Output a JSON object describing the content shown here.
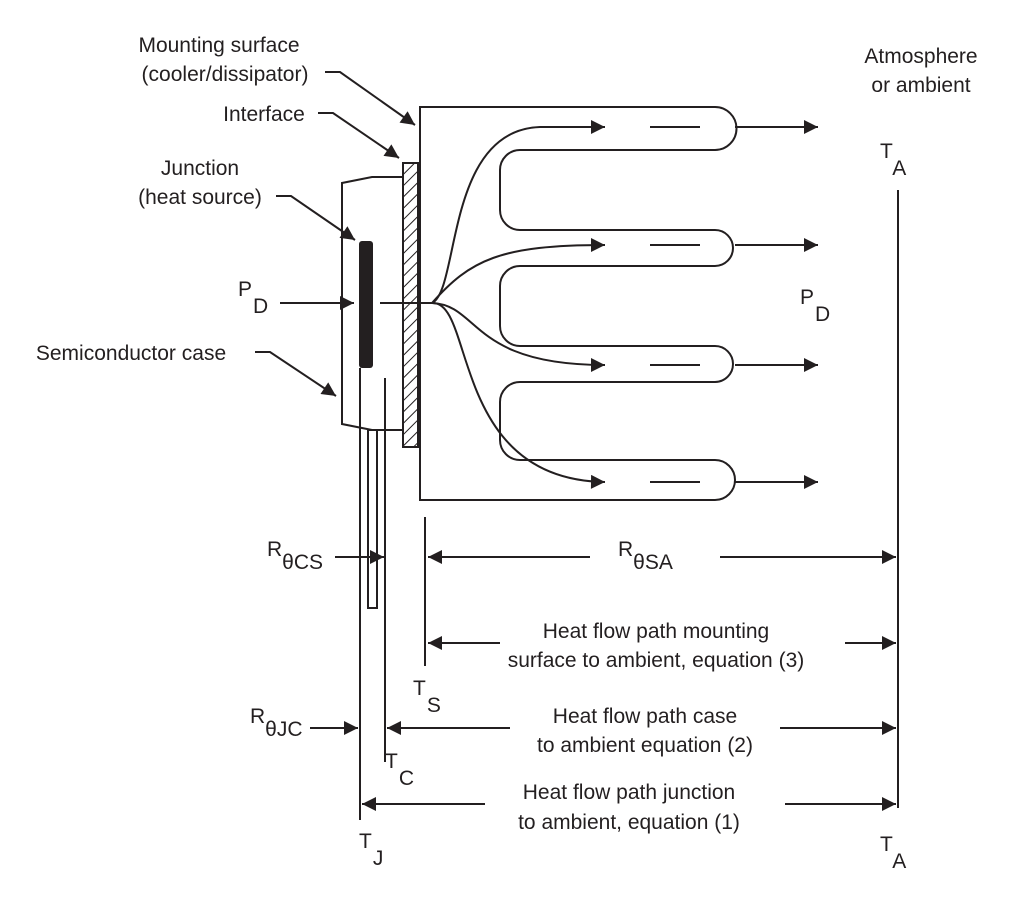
{
  "labels": {
    "mounting_surface_1": "Mounting surface",
    "mounting_surface_2": "(cooler/dissipator)",
    "interface": "Interface",
    "junction_1": "Junction",
    "junction_2": "(heat source)",
    "semiconductor_case": "Semiconductor case",
    "atmosphere_1": "Atmosphere",
    "atmosphere_2": "or ambient",
    "pd_left": {
      "main": "P",
      "sub": "D"
    },
    "pd_right": {
      "main": "P",
      "sub": "D"
    },
    "ta_top": {
      "main": "T",
      "sub": "A"
    },
    "ta_bottom": {
      "main": "T",
      "sub": "A"
    },
    "ts": {
      "main": "T",
      "sub": "S"
    },
    "tc": {
      "main": "T",
      "sub": "C"
    },
    "tj": {
      "main": "T",
      "sub": "J"
    },
    "r_cs": {
      "main": "R",
      "sub": "θCS"
    },
    "r_sa": {
      "main": "R",
      "sub": "θSA"
    },
    "r_jc": {
      "main": "R",
      "sub": "θJC"
    },
    "path3_1": "Heat flow path mounting",
    "path3_2": "surface to ambient, equation (3)",
    "path2_1": "Heat flow path case",
    "path2_2": "to ambient equation (2)",
    "path1_1": "Heat flow path junction",
    "path1_2": "to ambient, equation (1)"
  },
  "colors": {
    "ink": "#231f20",
    "background": "#ffffff"
  }
}
